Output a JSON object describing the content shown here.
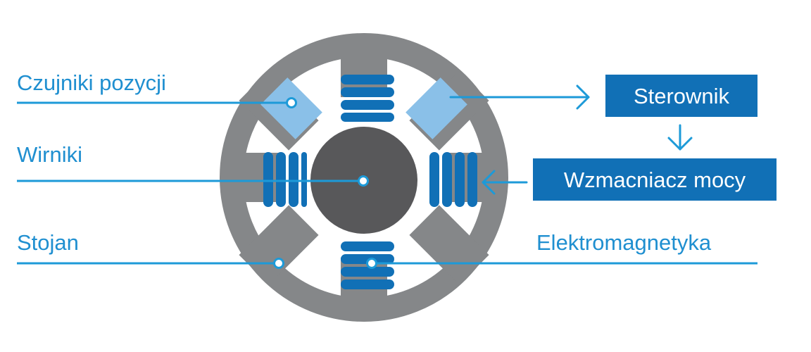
{
  "labels": {
    "sensors": "Czujniki pozycji",
    "rotors": "Wirniki",
    "stator": "Stojan",
    "electromagnets": "Elektromagnetyka"
  },
  "boxes": {
    "controller": "Sterownik",
    "amplifier": "Wzmacniacz mocy"
  },
  "colors": {
    "stator_gray": "#858789",
    "rotor_dark": "#58585a",
    "coil_blue": "#1170b6",
    "sensor_light_blue": "#8ac0e8",
    "line_blue": "#1d9ad8",
    "box_blue": "#1170b6"
  }
}
